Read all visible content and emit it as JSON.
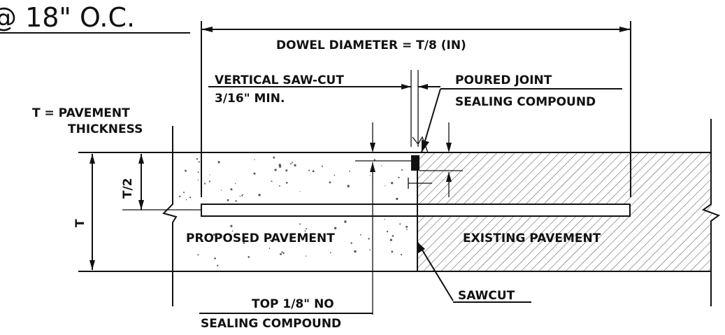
{
  "title_fragment": "@ 18\" O.C.",
  "labels": {
    "dowel_diameter": "DOWEL DIAMETER = T/8 (IN)",
    "vertical_saw_cut_line1": "VERTICAL SAW-CUT",
    "vertical_saw_cut_line2": "3/16\" MIN.",
    "poured_joint_line1": "POURED JOINT",
    "poured_joint_line2": "SEALING COMPOUND",
    "t_definition_line1": "T = PAVEMENT",
    "t_definition_line2": "THICKNESS",
    "half_thickness": "T/2",
    "thickness": "T",
    "proposed_pavement": "PROPOSED PAVEMENT",
    "existing_pavement": "EXISTING PAVEMENT",
    "sawcut": "SAWCUT",
    "top_eighth_line1": "TOP 1/8\" NO",
    "top_eighth_line2": "SEALING COMPOUND"
  },
  "colors": {
    "line": "#111111",
    "background": "#ffffff"
  }
}
